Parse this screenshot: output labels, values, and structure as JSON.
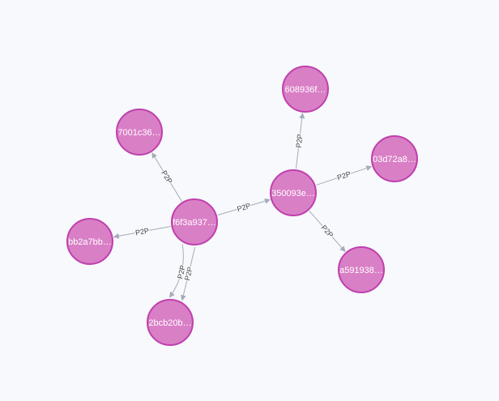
{
  "colors": {
    "background": "#f7f9fc",
    "node_fill": "#d97fc6",
    "node_stroke": "#c03fad",
    "edge": "#a5abb6",
    "edge_label": "#444444",
    "node_label": "#ffffff"
  },
  "graph": {
    "nodes": [
      {
        "id": "n1",
        "label": "f6f3a937…"
      },
      {
        "id": "n2",
        "label": "350093e…"
      },
      {
        "id": "n3",
        "label": "7001c36…"
      },
      {
        "id": "n4",
        "label": "bb2a7bb…"
      },
      {
        "id": "n5",
        "label": "2bcb20b…"
      },
      {
        "id": "n6",
        "label": "608936f…"
      },
      {
        "id": "n7",
        "label": "03d72a8…"
      },
      {
        "id": "n8",
        "label": "a591938…"
      }
    ],
    "edges": [
      {
        "id": "e1",
        "source": "n1",
        "target": "n3",
        "label": "P2P"
      },
      {
        "id": "e2",
        "source": "n1",
        "target": "n4",
        "label": "P2P"
      },
      {
        "id": "e3",
        "source": "n1",
        "target": "n5",
        "label": "P2P"
      },
      {
        "id": "e4",
        "source": "n1",
        "target": "n5",
        "label": "P2P"
      },
      {
        "id": "e5",
        "source": "n1",
        "target": "n2",
        "label": "P2P"
      },
      {
        "id": "e6",
        "source": "n2",
        "target": "n6",
        "label": "P2P"
      },
      {
        "id": "e7",
        "source": "n2",
        "target": "n7",
        "label": "P2P"
      },
      {
        "id": "e8",
        "source": "n2",
        "target": "n8",
        "label": "P2P"
      }
    ]
  }
}
